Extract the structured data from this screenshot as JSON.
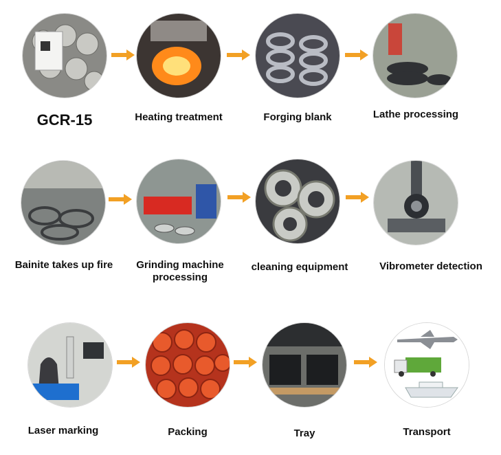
{
  "accent_color": "#f2a024",
  "steps": [
    {
      "label": "GCR-15"
    },
    {
      "label": "Heating treatment"
    },
    {
      "label": "Forging blank"
    },
    {
      "label": "Lathe processing"
    },
    {
      "label": "Bainite takes up fire"
    },
    {
      "label": "Grinding machine\nprocessing"
    },
    {
      "label": "cleaning equipment"
    },
    {
      "label": "Vibrometer detection"
    },
    {
      "label": "Laser marking"
    },
    {
      "label": "Packing"
    },
    {
      "label": "Tray"
    },
    {
      "label": "Transport"
    }
  ]
}
